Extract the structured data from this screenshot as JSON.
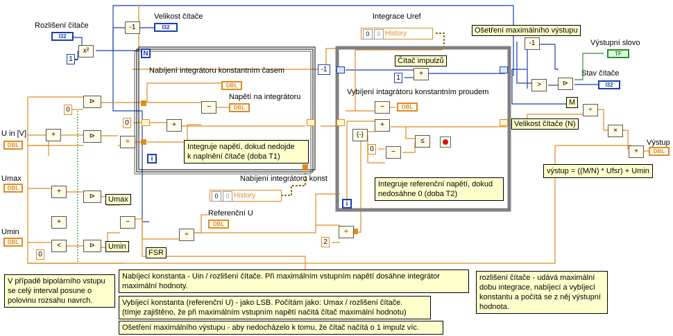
{
  "labels": {
    "rozliseni": "Rozlišení čítače",
    "velikost_citace": "Velikost čítače",
    "integrace_uref": "Integrace Uref",
    "osetreni_label": "Ošetření maximálního výstupu",
    "vystupni_slovo": "Výstupní slovo",
    "stav_citace": "Stav čítače",
    "velikost_n": "Velikost čítače (N)",
    "vystup": "Výstup",
    "citac_impulzu": "Čítač impulzů",
    "nabijeni": "Nabíjení integrátoru konstantním časem",
    "napeti_int": "Napětí na integrátoru",
    "vybijeni": "Vybíjení intagrátoru konstantním proudem",
    "u_in": "U in [V]",
    "umax": "Umax",
    "umin": "Umin",
    "umax_box": "Umax",
    "umin_box": "Umin",
    "fsr": "FSR",
    "referencni_u": "Referenční U",
    "nabijeni_konst": "Nabíjení integrátoru konst",
    "history": "History",
    "history2": "History",
    "m": "M",
    "n": "N",
    "i": "i",
    "i2": "i",
    "i3": "i"
  },
  "constants": {
    "c1": "1",
    "c0a": "0",
    "c0b": "0",
    "c0c": "0",
    "cm1": "-1",
    "c1b": "1",
    "c0d": "0",
    "c2": "2",
    "hist_a": "0",
    "hist_b": "0",
    "hist_c": "0",
    "hist_d": "0"
  },
  "types": {
    "i32": "I32",
    "dbl": "DBL",
    "tf": "TF"
  },
  "notes": {
    "integruje_napeti": "Integruje napětí, dokud nedojde\nk naplnění čítače (doba T1)",
    "integruje_ref": "Integruje referenční napětí, dokud\nnedosáhne 0 (doba T2)",
    "vystup_formula": "výstup = ((M/N) * Ufsr) + Umin",
    "bipolar": "V případě bipolárního vstupu\nse celý interval posune o\npolovinu rozsahu navrch.",
    "nabijeci": "Nabíjecí konstanta - Uin / rozlišení čítače. Při maximálním vstupním napětí dosáhne integrátor\nmaximální hodnoty.",
    "vybijeci": "Vybíjecí konstanta (referenční U) - jako LSB. Počítám jako: Umax / rozlišení čítače.\n(tímje zajištěno, že při maximálním vstupním napětí načítá čítač maximální hodnotu)",
    "osetreni": "Ošetření maximálního výstupu - aby nedocházelo k tomu, že čítač načítá o 1 impulz víc.",
    "rozliseni_note": "rozlišení čítače - udává maximální\ndobu integrace, nabíjecí a vybíjecí\nkonstantu a počítá se z něj výstupní\nhodnota."
  },
  "colors": {
    "wire_orange": "#e08a1e",
    "wire_blue": "#1a3fa8",
    "wire_green": "#2e8b2e",
    "while_border": "#808080",
    "note_bg": "#ffffcc"
  }
}
